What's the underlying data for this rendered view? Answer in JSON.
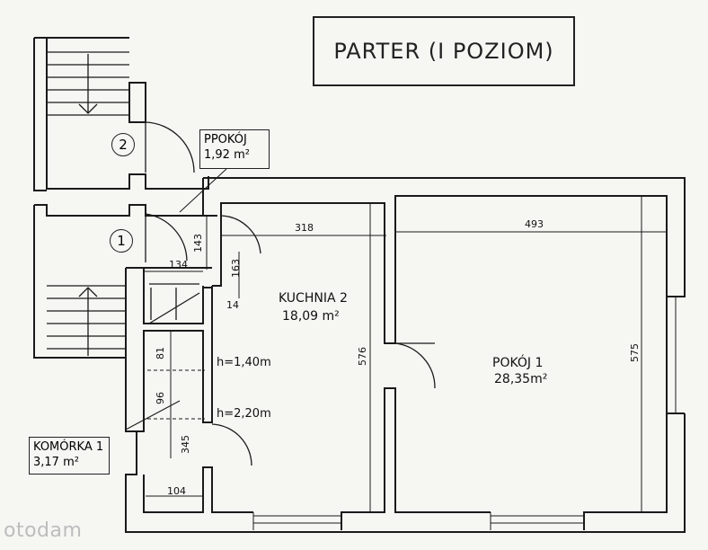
{
  "title": "PARTER (I POZIOM)",
  "rooms": {
    "ppokoj": {
      "name": "PPOKÓJ",
      "area": "1,92 m²"
    },
    "kuchnia": {
      "name": "KUCHNIA 2",
      "area": "18,09 m²"
    },
    "pokoj": {
      "name": "POKÓJ 1",
      "area": "28,35m²"
    },
    "komorka": {
      "name": "KOMÓRKA 1",
      "area": "3,17 m²"
    }
  },
  "stairs": {
    "upper_number": "2",
    "lower_number": "1"
  },
  "dimensions": {
    "d318": "318",
    "d493": "493",
    "d143": "143",
    "d134": "134",
    "d163": "163",
    "d14": "14",
    "d576": "576",
    "d575": "575",
    "d81": "81",
    "d96": "96",
    "d345": "345",
    "d104": "104"
  },
  "heights": {
    "h1": "h=1,40m",
    "h2": "h=2,20m"
  },
  "watermark": "otodam"
}
